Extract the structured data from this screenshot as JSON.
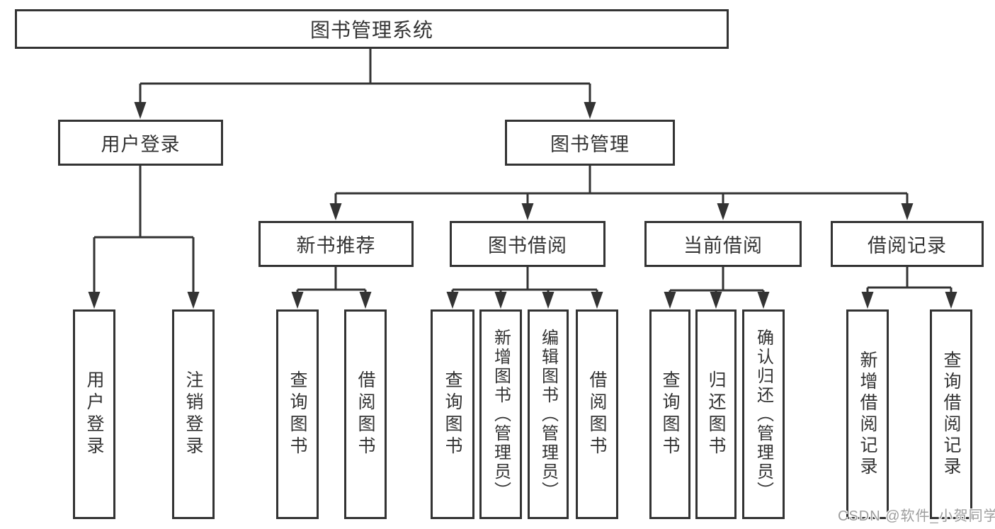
{
  "diagram": {
    "root": {
      "label": "图书管理系统"
    },
    "level2": {
      "user_login": {
        "label": "用户登录"
      },
      "book_management": {
        "label": "图书管理"
      }
    },
    "level3": {
      "new_book_recommend": {
        "label": "新书推荐"
      },
      "book_borrow": {
        "label": "图书借阅"
      },
      "current_borrow": {
        "label": "当前借阅"
      },
      "borrow_records": {
        "label": "借阅记录"
      }
    },
    "leaves": {
      "user_login": {
        "label": "用户登录"
      },
      "logout": {
        "label": "注销登录"
      },
      "nb_query_books": {
        "label": "查询图书"
      },
      "nb_borrow_books": {
        "label": "借阅图书"
      },
      "bb_query_books": {
        "label": "查询图书"
      },
      "bb_add_books": {
        "label": "新增图书（管理员）"
      },
      "bb_edit_books": {
        "label": "编辑图书（管理员）"
      },
      "bb_borrow_books": {
        "label": "借阅图书"
      },
      "cb_query_books": {
        "label": "查询图书"
      },
      "cb_return_books": {
        "label": "归还图书"
      },
      "cb_confirm_return": {
        "label": "确认归还（管理员）"
      },
      "br_add_record": {
        "label": "新增借阅记录"
      },
      "br_query_record": {
        "label": "查询借阅记录"
      }
    },
    "watermark": {
      "label": "CSDN @软件_小贺同学"
    },
    "colors": {
      "line": "#333333",
      "text": "#333333",
      "background": "#ffffff",
      "watermark": "#9e9e9e"
    }
  }
}
